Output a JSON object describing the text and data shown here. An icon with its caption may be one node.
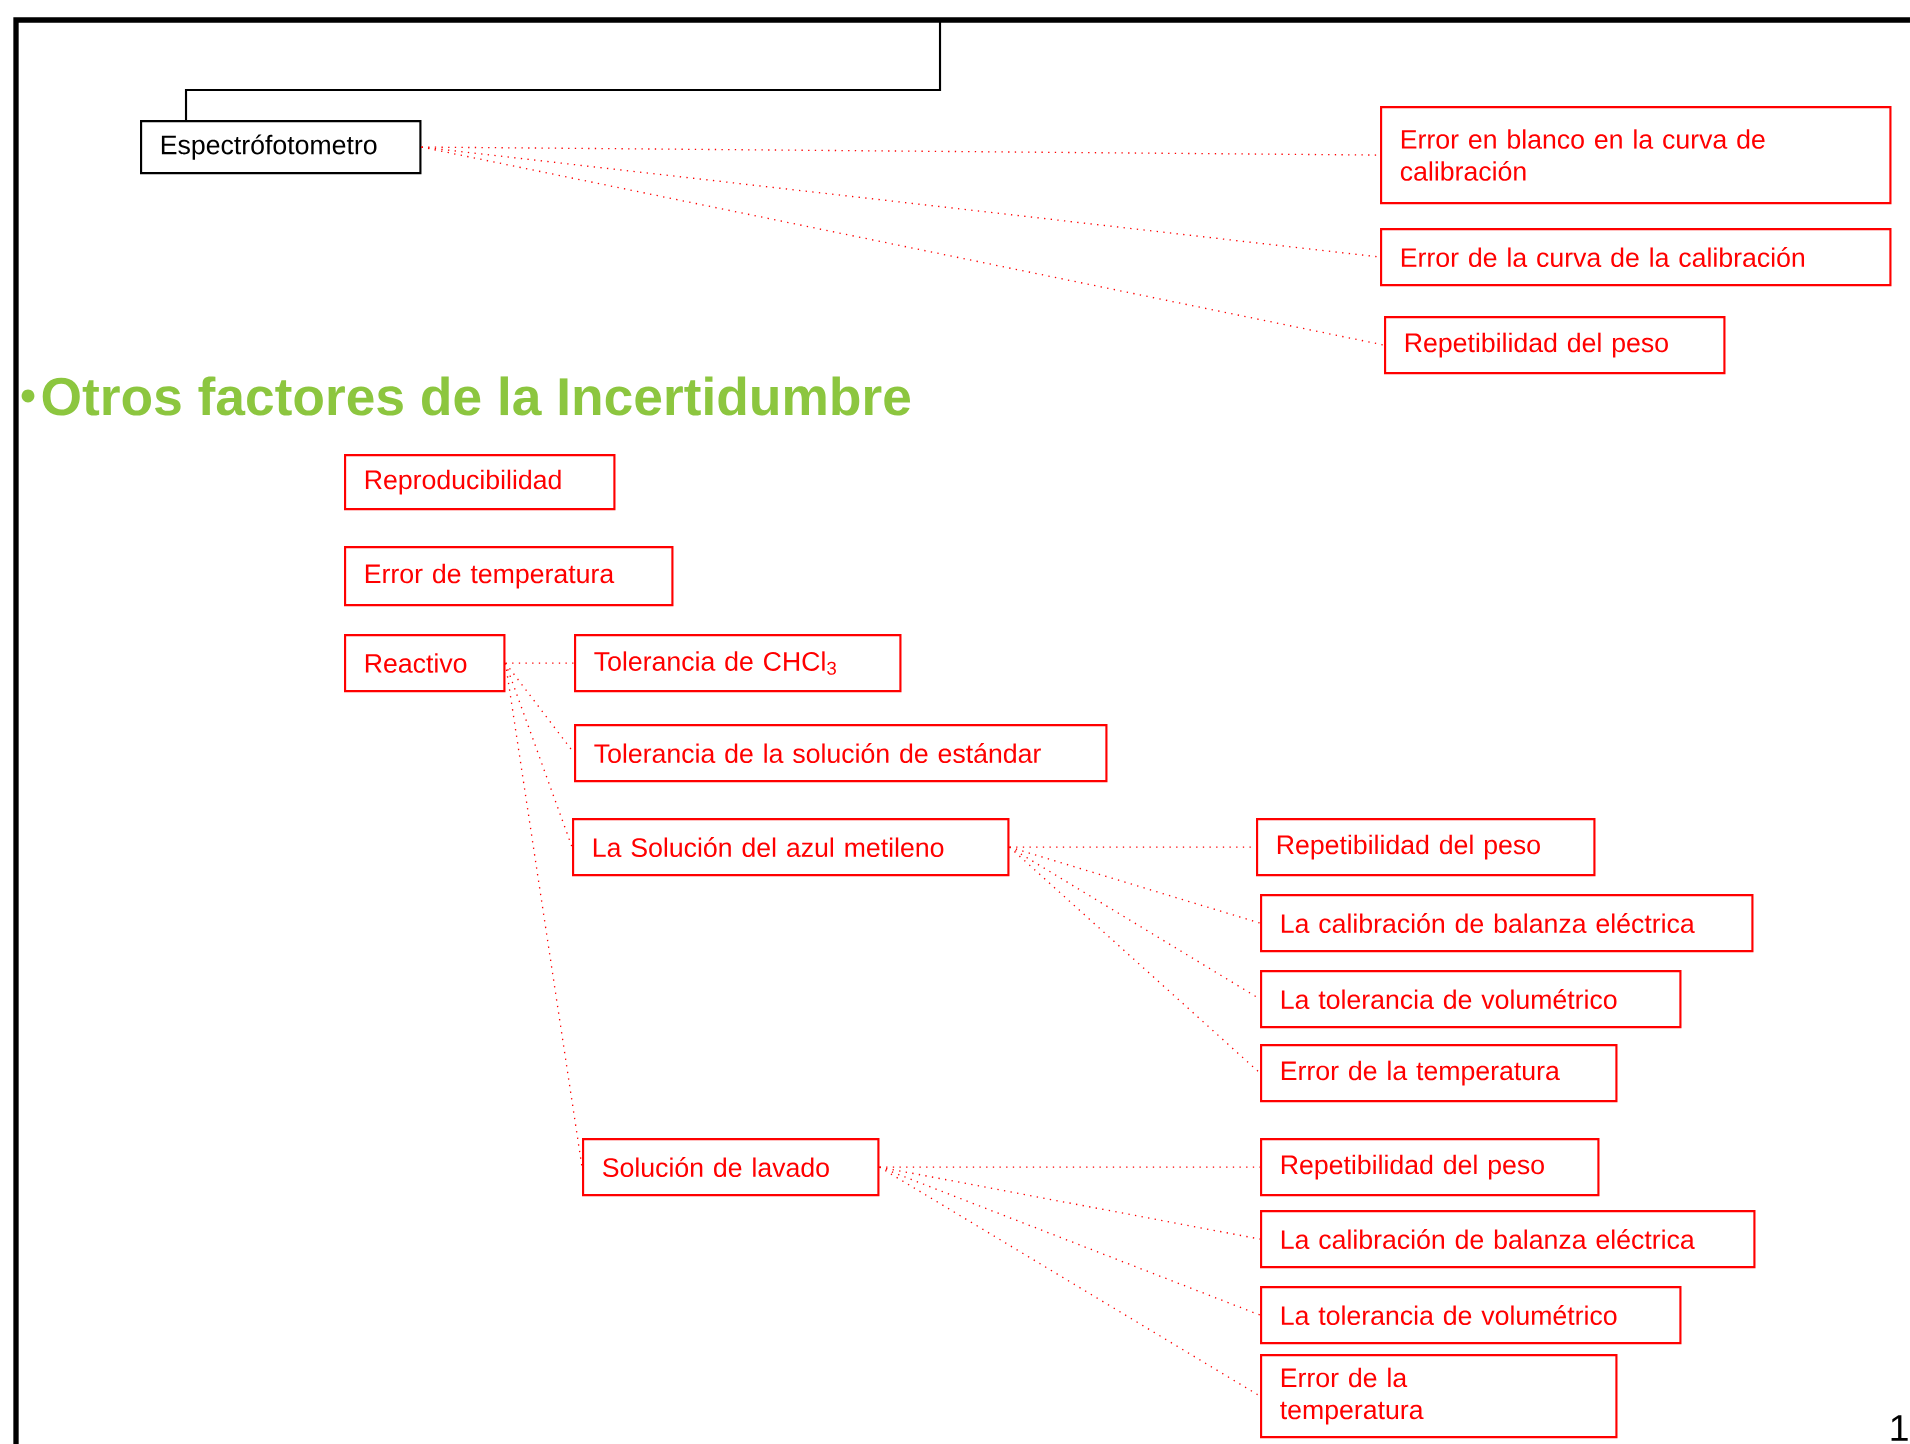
{
  "diagram": {
    "title": "Otros factores de la Incertidumbre",
    "nodes": [
      {
        "text": [
          "Espectrófotometro"
        ]
      },
      {
        "text": [
          "Error en blanco en la curva de calibración"
        ]
      },
      {
        "text": [
          "Error de la curva de la calibración"
        ]
      },
      {
        "text": [
          "Repetibilidad del peso"
        ]
      },
      {
        "text": [
          "Reproducibilidad"
        ]
      },
      {
        "text": [
          "Error de temperatura"
        ]
      },
      {
        "text": [
          "Reactivo"
        ]
      },
      {
        "text": [
          "Tolerancia de CHCl$_{3}$"
        ]
      },
      {
        "text": [
          "Tolerancia de la solución de estándar"
        ]
      },
      {
        "text": [
          "La Solución del azul metileno"
        ]
      },
      {
        "text": [
          "Repetibilidad del peso"
        ]
      },
      {
        "text": [
          "La calibración de balanza eléctrica"
        ]
      },
      {
        "text": [
          "La tolerancia de volumétrico"
        ]
      },
      {
        "text": [
          "Error de la temperatura"
        ]
      },
      {
        "text": [
          "Solución de lavado"
        ]
      },
      {
        "text": [
          "Repetibilidad del peso"
        ]
      },
      {
        "text": [
          "La calibración de balanza eléctrica"
        ]
      },
      {
        "text": [
          "La tolerancia de volumétrico"
        ]
      },
      {
        "text": [
          "Error de la temperatura"
        ]
      }
    ],
    "edges": [
      {
        "from": 0,
        "to": 1,
        "arrow": "none"
      },
      {
        "from": 0,
        "to": 2,
        "arrow": "none"
      },
      {
        "from": 0,
        "to": 3,
        "arrow": "none"
      },
      {
        "from": 6,
        "to": 7,
        "arrow": "none"
      },
      {
        "from": 6,
        "to": 8,
        "arrow": "none"
      },
      {
        "from": 6,
        "to": 9,
        "arrow": "none"
      },
      {
        "from": 6,
        "to": 14,
        "arrow": "none"
      },
      {
        "from": 9,
        "to": 10,
        "arrow": "none"
      },
      {
        "from": 9,
        "to": 11,
        "arrow": "none"
      },
      {
        "from": 9,
        "to": 12,
        "arrow": "none"
      },
      {
        "from": 9,
        "to": 13,
        "arrow": "none"
      },
      {
        "from": 14,
        "to": 15,
        "arrow": "none"
      },
      {
        "from": 14,
        "to": 16,
        "arrow": "none"
      },
      {
        "from": 14,
        "to": 17,
        "arrow": "none"
      },
      {
        "from": 14,
        "to": 18,
        "arrow": "none"
      }
    ],
    "labels": [
      "1"
    ]
  }
}
